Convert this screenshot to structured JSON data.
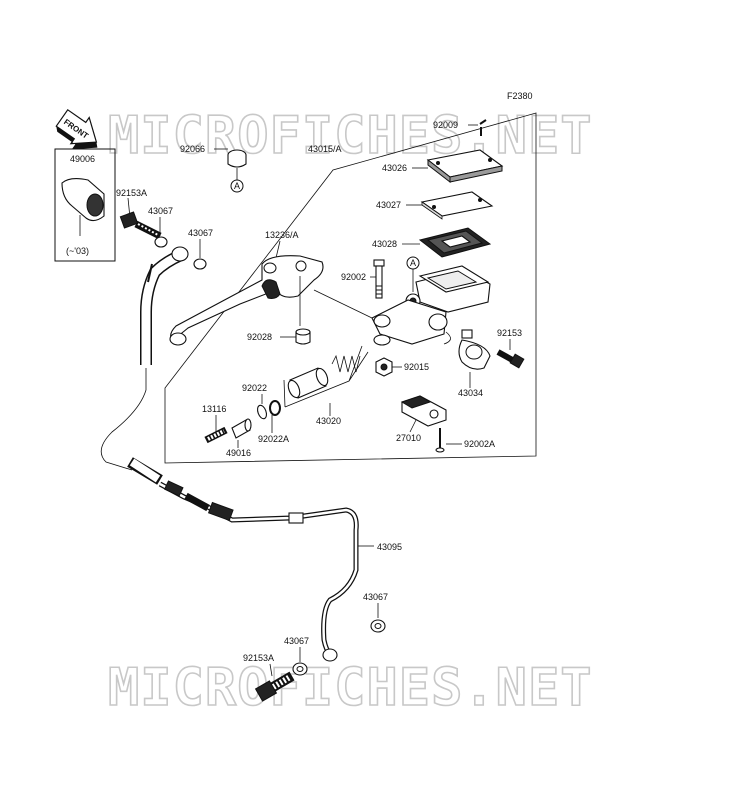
{
  "figure_code": "F2380",
  "watermark_text": "MICROFICHES.NET",
  "front_badge": "FRONT",
  "callout_letter": "A",
  "inset_note": "(~'03)",
  "part_numbers": {
    "p49006": "49006",
    "p92153a_top": "92153A",
    "p43067_a": "43067",
    "p43067_b": "43067",
    "p92066": "92066",
    "p43015a": "43015/A",
    "p92009": "92009",
    "p43026": "43026",
    "p43027": "43027",
    "p43028": "43028",
    "p13236a": "13236/A",
    "p92002": "92002",
    "p92153": "92153",
    "p92028": "92028",
    "p92015": "92015",
    "p43034": "43034",
    "p92022": "92022",
    "p13116": "13116",
    "p92022a": "92022A",
    "p49016": "49016",
    "p43020": "43020",
    "p27010": "27010",
    "p92002a": "92002A",
    "p43095": "43095",
    "p43067_c": "43067",
    "p43067_d": "43067",
    "p92153a_bottom": "92153A"
  }
}
